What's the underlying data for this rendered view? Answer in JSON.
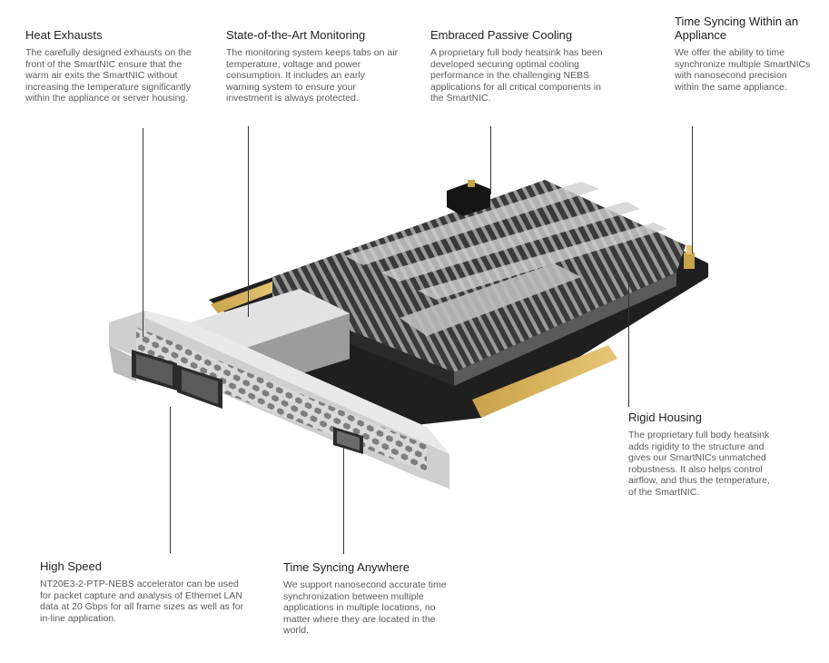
{
  "callouts": {
    "heat_exhausts": {
      "title": "Heat Exhausts",
      "body": "The carefully designed exhausts on the front of the SmartNIC ensure that the warm air exits the SmartNIC without increasing the temperature significantly within the appliance or server housing."
    },
    "monitoring": {
      "title": "State-of-the-Art Monitoring",
      "body": "The monitoring system keeps tabs on air temperature, voltage and power consumption. It includes an early warning system to ensure your investment is always protected."
    },
    "passive_cooling": {
      "title": "Embraced Passive Cooling",
      "body": "A proprietary full body heatsink has been developed securing optimal cooling performance in the challenging NEBS applications for all critical components in the SmartNIC."
    },
    "time_sync_appliance": {
      "title": "Time Syncing Within an Appliance",
      "body": "We offer the ability to time synchronize multiple SmartNICs with nanosecond precision within the same appliance."
    },
    "rigid_housing": {
      "title": "Rigid Housing",
      "body": "The proprietary full body heatsink adds rigidity to the structure and gives our SmartNICs unmatched robustness. It also helps control airflow, and thus the temperature, of the SmartNIC."
    },
    "high_speed": {
      "title": "High Speed",
      "body": "NT20E3-2-PTP-NEBS accelerator can be used for packet capture and analysis of Ethernet LAN data at 20 Gbps for all frame sizes as well as for in-line application."
    },
    "time_sync_anywhere": {
      "title": "Time Syncing Anywhere",
      "body": "We support nanosecond accurate time synchronization between multiple applications in multiple locations, no matter where they are located in the world."
    }
  }
}
